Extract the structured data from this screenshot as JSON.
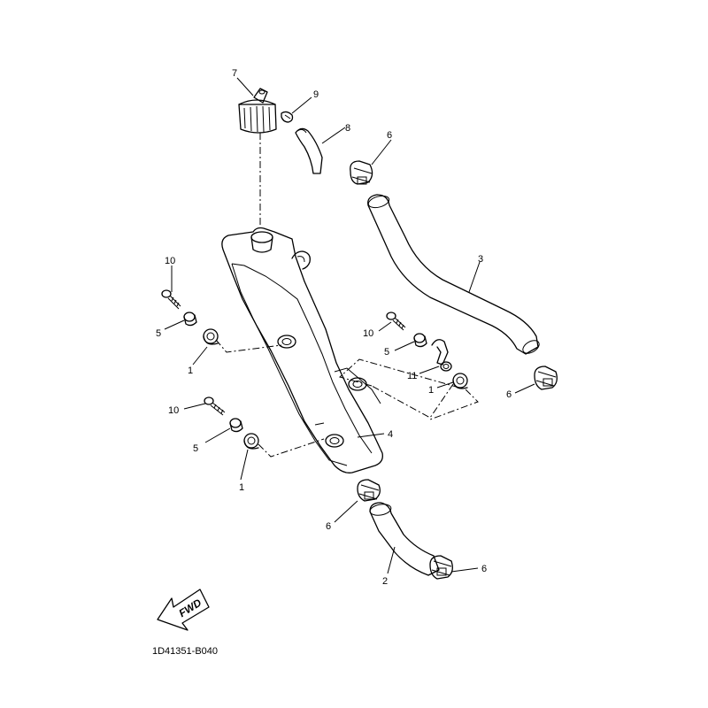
{
  "callouts": {
    "c1a": "1",
    "c1b": "1",
    "c1c": "1",
    "c2": "2",
    "c3": "3",
    "c4": "4",
    "c5a": "5",
    "c5b": "5",
    "c5c": "5",
    "c6a": "6",
    "c6b": "6",
    "c6c": "6",
    "c6d": "6",
    "c7": "7",
    "c8": "8",
    "c9": "9",
    "c10a": "10",
    "c10b": "10",
    "c10c": "10",
    "c11": "11"
  },
  "fwd_label": "FWD",
  "diagram_code": "1D41351-B040"
}
